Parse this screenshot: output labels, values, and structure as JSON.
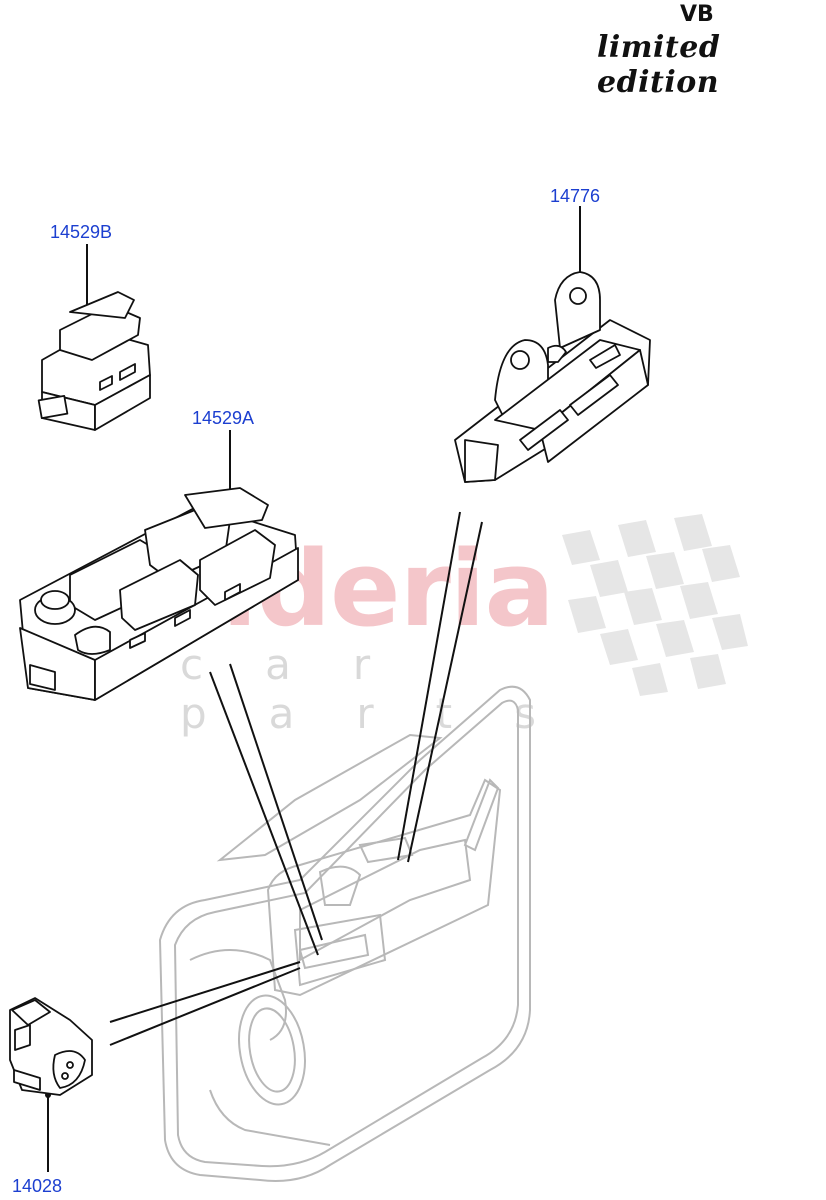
{
  "header": {
    "variant": "VB",
    "edition": "limited edition"
  },
  "watermark": {
    "brand": "scuderia",
    "tagline": "car parts",
    "brand_color": "#f2b8bd"
  },
  "parts": [
    {
      "number": "14529B"
    },
    {
      "number": "14776"
    },
    {
      "number": "14529A"
    },
    {
      "number": "14028"
    }
  ],
  "colors": {
    "part_label": "#1c3fd0",
    "line_art": "#111111",
    "door_art": "#b8b8b8"
  }
}
